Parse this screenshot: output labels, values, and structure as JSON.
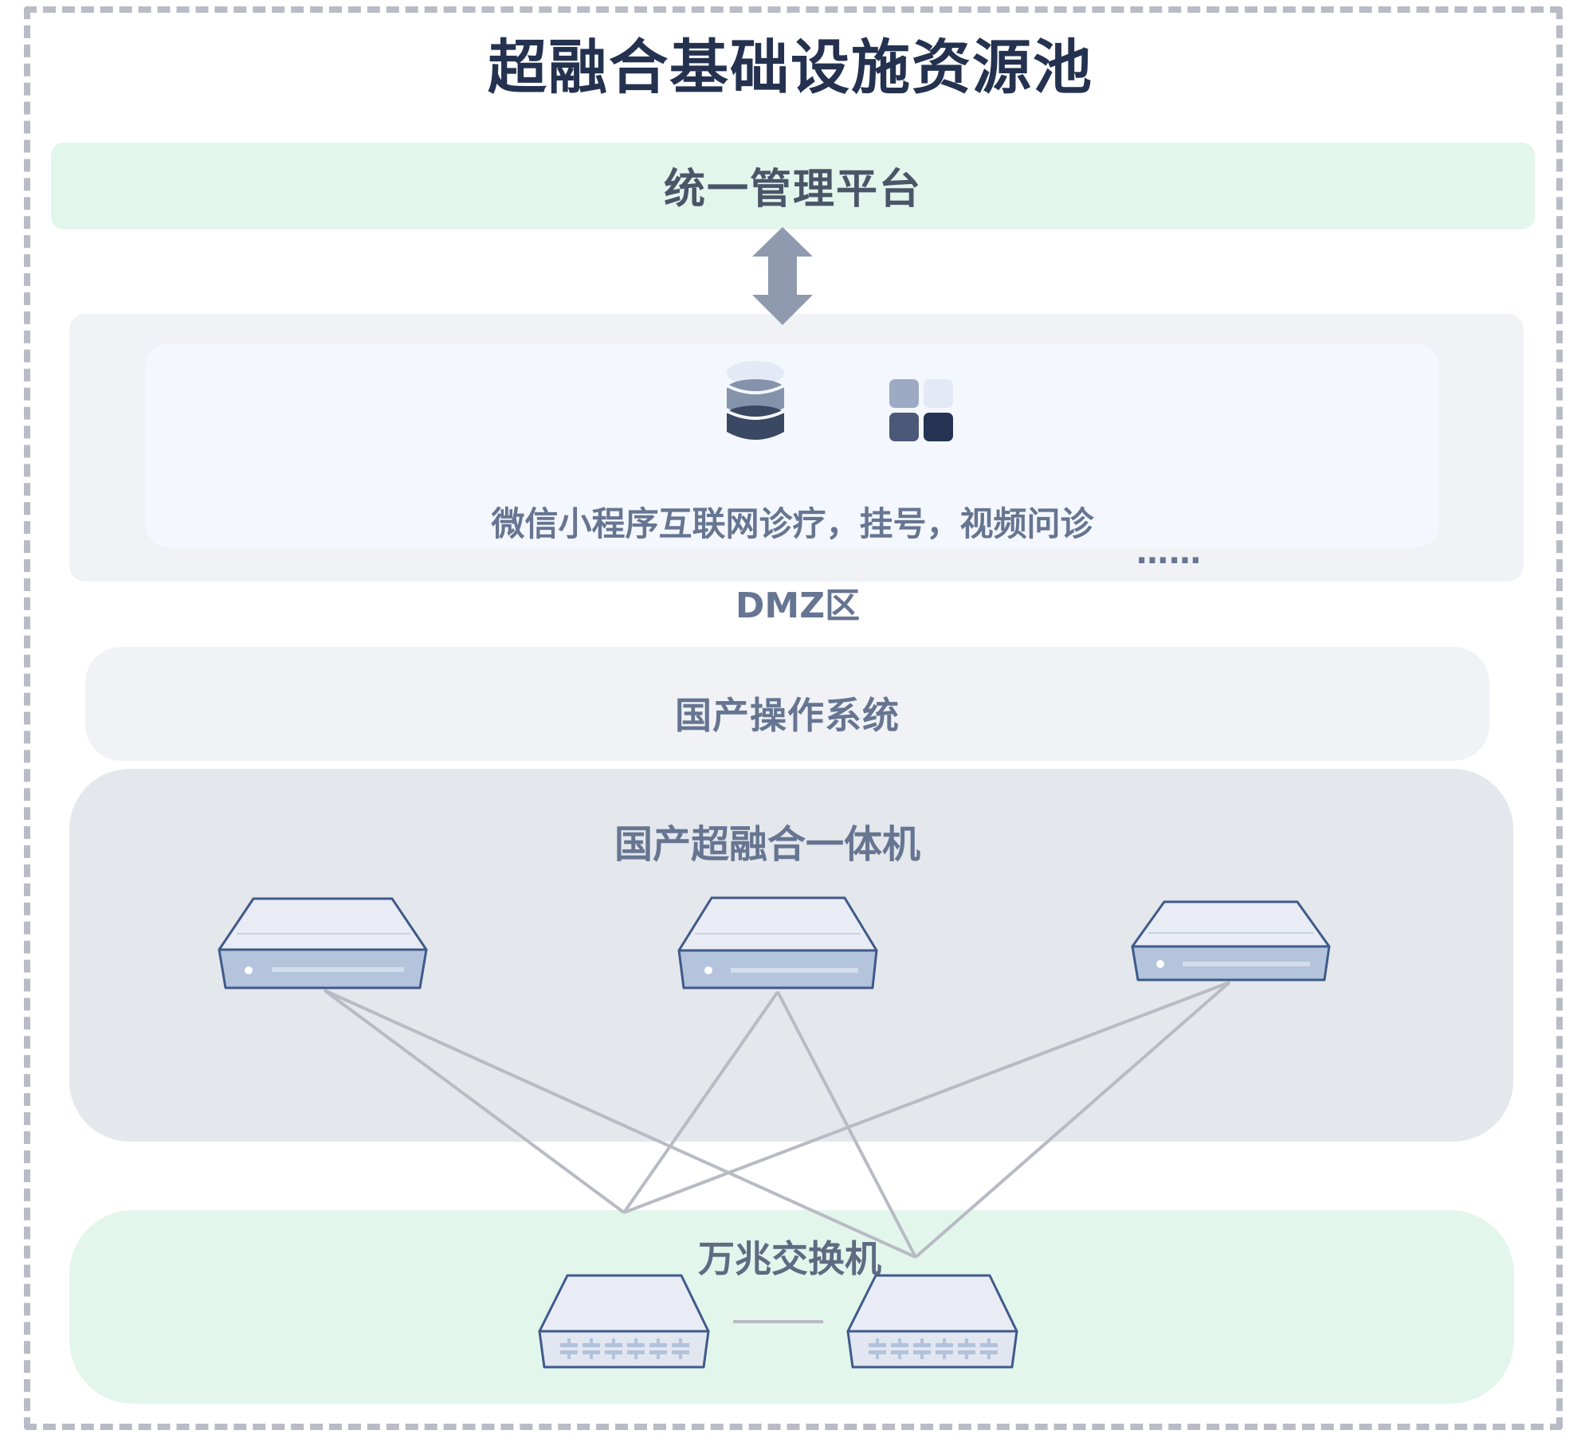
{
  "title": "超融合基础设施资源池",
  "management_platform": {
    "label": "统一管理平台",
    "connection_icon": "bidirectional-arrow-icon"
  },
  "dmz": {
    "label": "DMZ区",
    "icons": [
      "database-icon",
      "app-grid-icon"
    ],
    "apps_text": "微信小程序互联网诊疗，挂号，视频问诊",
    "more_text": "……"
  },
  "os_layer": {
    "label": "国产操作系统"
  },
  "hci_layer": {
    "label": "国产超融合一体机",
    "nodes": [
      {
        "name": "server-1",
        "icon": "server-icon"
      },
      {
        "name": "server-2",
        "icon": "server-icon"
      },
      {
        "name": "server-3",
        "icon": "server-icon"
      }
    ]
  },
  "switch_layer": {
    "label": "万兆交换机",
    "nodes": [
      {
        "name": "switch-1",
        "icon": "network-switch-icon",
        "ports_visible": 6
      },
      {
        "name": "switch-2",
        "icon": "network-switch-icon",
        "ports_visible": 6
      }
    ]
  },
  "links": [
    {
      "from": "server-1",
      "to": "switch-1"
    },
    {
      "from": "server-1",
      "to": "switch-2"
    },
    {
      "from": "server-2",
      "to": "switch-1"
    },
    {
      "from": "server-2",
      "to": "switch-2"
    },
    {
      "from": "server-3",
      "to": "switch-1"
    },
    {
      "from": "server-3",
      "to": "switch-2"
    },
    {
      "from": "switch-1",
      "to": "switch-2"
    }
  ],
  "colors": {
    "title": "#243250",
    "text": "#667591",
    "mgmt_bg": "#E2F6EC",
    "switch_bg": "#E2F6EC",
    "dmz_outer_bg": "#F1F2F6",
    "dmz_inner_bg": "#F4F7FD",
    "hci_bg": "#E4E7EB",
    "device_outline": "#3F5A8A",
    "device_front": "#B3C4DC",
    "device_top": "#E9ECF4",
    "link_line": "#B8BAC4",
    "frame_dash": "#B9BCC6"
  }
}
